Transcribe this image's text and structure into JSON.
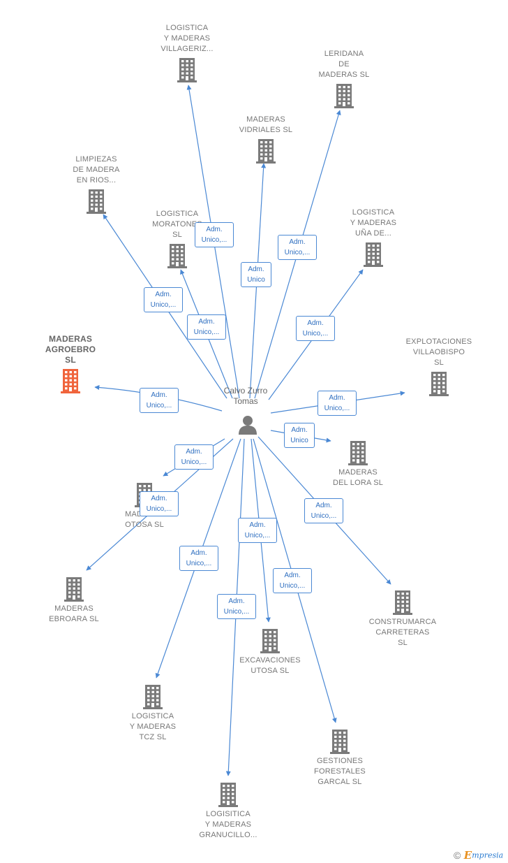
{
  "center": {
    "name": "Calvo Zurro\nTomas"
  },
  "colors": {
    "edge": "#4a88d4",
    "building": "#7a7a7a",
    "highlight": "#f0643c",
    "person": "#7a7a7a"
  },
  "companies": [
    {
      "id": "c1",
      "name": "LOGISTICA\nY MADERAS\nVILLAGERIZ...",
      "highlighted": false
    },
    {
      "id": "c2",
      "name": "LERIDANA\nDE\nMADERAS  SL",
      "highlighted": false
    },
    {
      "id": "c3",
      "name": "MADERAS\nVIDRIALES SL",
      "highlighted": false
    },
    {
      "id": "c4",
      "name": "LIMPIEZAS\nDE MADERA\nEN RIOS...",
      "highlighted": false
    },
    {
      "id": "c5",
      "name": "LOGISTICA\nMORATONES\nSL",
      "highlighted": false
    },
    {
      "id": "c6",
      "name": "LOGISTICA\nY MADERAS\nUÑA DE...",
      "highlighted": false
    },
    {
      "id": "c7",
      "name": "MADERAS\nAGROEBRO\nSL",
      "highlighted": true
    },
    {
      "id": "c8",
      "name": "EXPLOTACIONES\nVILLAOBISPO\nSL",
      "highlighted": false
    },
    {
      "id": "c9",
      "name": "MADERAS\nDEL LORA  SL",
      "highlighted": false
    },
    {
      "id": "c10",
      "name": "MADERAS\nOTOSA  SL",
      "highlighted": false
    },
    {
      "id": "c11",
      "name": "MADERAS\nEBROARA  SL",
      "highlighted": false
    },
    {
      "id": "c12",
      "name": "CONSTRUMARCA\nCARRETERAS\nSL",
      "highlighted": false
    },
    {
      "id": "c13",
      "name": "EXCAVACIONES\nUTOSA  SL",
      "highlighted": false
    },
    {
      "id": "c14",
      "name": "LOGISTICA\nY MADERAS\nTCZ  SL",
      "highlighted": false
    },
    {
      "id": "c15",
      "name": "GESTIONES\nFORESTALES\nGARCAL SL",
      "highlighted": false
    },
    {
      "id": "c16",
      "name": "LOGISITICA\nY MADERAS\nGRANUCILLO...",
      "highlighted": false
    }
  ],
  "relations": [
    {
      "id": "r1",
      "label": "Adm.\nUnico,..."
    },
    {
      "id": "r2",
      "label": "Adm.\nUnico,..."
    },
    {
      "id": "r3",
      "label": "Adm.\nUnico"
    },
    {
      "id": "r4",
      "label": "Adm.\nUnico,..."
    },
    {
      "id": "r5",
      "label": "Adm.\nUnico,..."
    },
    {
      "id": "r6",
      "label": "Adm.\nUnico,..."
    },
    {
      "id": "r7",
      "label": "Adm.\nUnico,..."
    },
    {
      "id": "r8",
      "label": "Adm.\nUnico,..."
    },
    {
      "id": "r9",
      "label": "Adm.\nUnico"
    },
    {
      "id": "r10",
      "label": "Adm.\nUnico,..."
    },
    {
      "id": "r11",
      "label": "Adm.\nUnico,..."
    },
    {
      "id": "r12",
      "label": "Adm.\nUnico,..."
    },
    {
      "id": "r13",
      "label": "Adm.\nUnico,..."
    },
    {
      "id": "r14",
      "label": "Adm.\nUnico,..."
    },
    {
      "id": "r15",
      "label": "Adm.\nUnico,..."
    },
    {
      "id": "r16",
      "label": "Adm.\nUnico,..."
    }
  ],
  "footer": {
    "copyright": "©",
    "brand_first": "E",
    "brand_rest": "mpresia"
  }
}
